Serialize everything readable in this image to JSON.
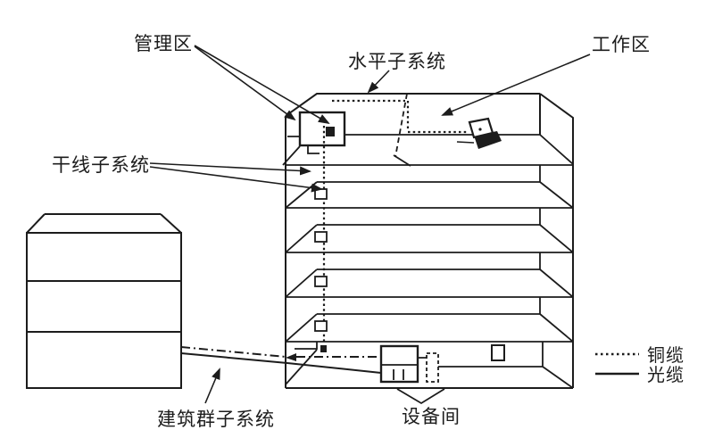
{
  "page": {
    "background_color": "#ffffff",
    "ink_color": "#1c1c1c"
  },
  "diagram": {
    "labels": {
      "management_area": "管理区",
      "horizontal_subsystem": "水平子系统",
      "work_area": "工作区",
      "backbone_subsystem": "干线子系统",
      "campus_subsystem": "建筑群子系统",
      "equipment_room": "设备间"
    },
    "legend": {
      "items": [
        {
          "label": "铜缆",
          "line_style": "dotted"
        },
        {
          "label": "光缆",
          "line_style": "solid"
        }
      ]
    }
  }
}
